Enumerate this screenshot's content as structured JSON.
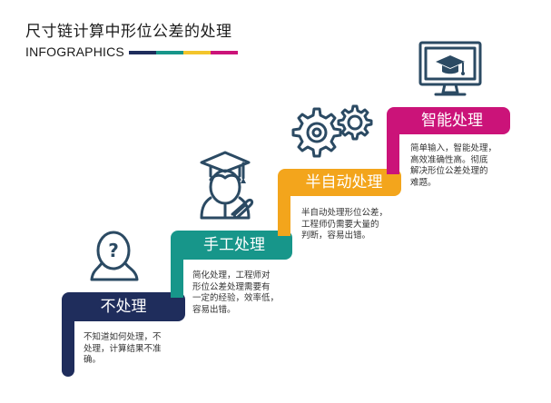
{
  "header": {
    "title": "尺寸链计算中形位公差的处理",
    "subtitle": "INFOGRAPHICS"
  },
  "colors": {
    "navy": "#1f2d5c",
    "teal": "#17968a",
    "orange": "#f3a51c",
    "magenta": "#cb1379",
    "yellow": "#f3c52c",
    "icon": "#2b4a63"
  },
  "steps": [
    {
      "label": "不处理",
      "desc": [
        "不知道如何处理，不",
        "处理，计算结果不准",
        "确。"
      ],
      "icon": "question-person-icon"
    },
    {
      "label": "手工处理",
      "desc": [
        "简化处理，工程师对",
        "形位公差处理需要有",
        "一定的经验，效率低，",
        "容易出错。"
      ],
      "icon": "graduate-person-icon"
    },
    {
      "label": "半自动处理",
      "desc": [
        "半自动处理形位公差，",
        "工程师仍需要大量的",
        "判断，容易出错。"
      ],
      "icon": "gears-icon"
    },
    {
      "label": "智能处理",
      "desc": [
        "简单输入，智能处理，",
        "高效准确性高。彻底",
        "解决形位公差处理的",
        "难题。"
      ],
      "icon": "monitor-graduation-icon"
    }
  ]
}
